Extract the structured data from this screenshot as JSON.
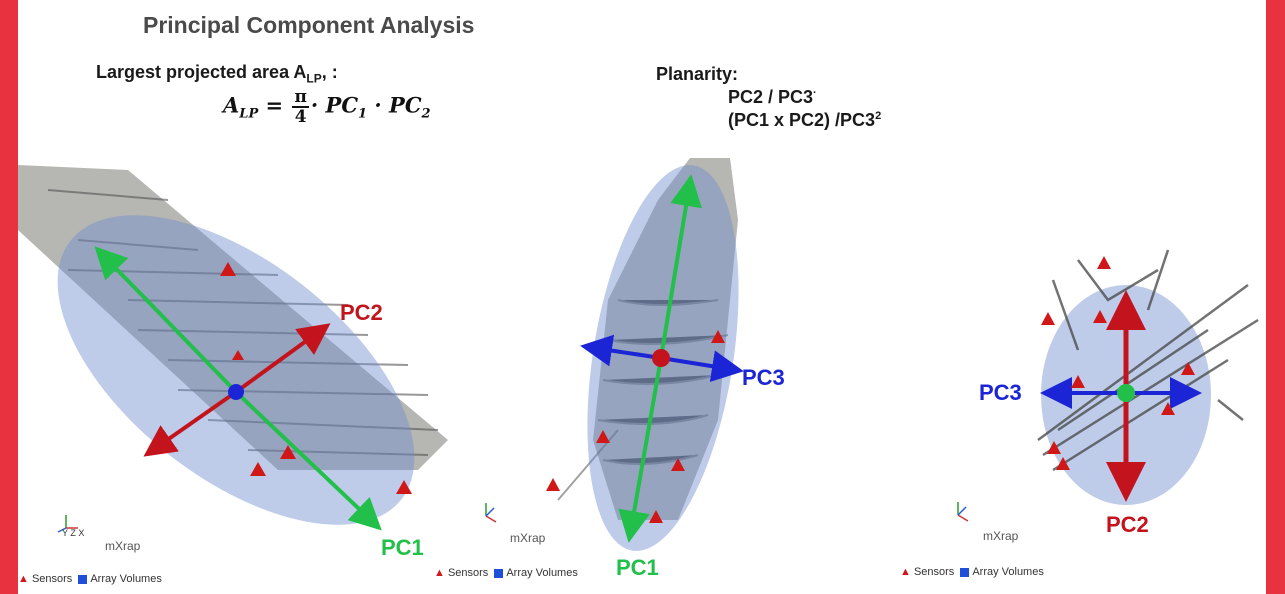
{
  "title": "Principal Component Analysis",
  "lp": {
    "label": "Largest projected area A",
    "sub": "LP",
    "after": ", :"
  },
  "formula": {
    "lhs": "A",
    "lhs_sub": "LP",
    "num": "π",
    "den": "4",
    "rhs": "· PC",
    "s1": "1",
    "mid": " · PC",
    "s2": "2"
  },
  "planarity": {
    "title": "Planarity:",
    "line1": "PC2 / PC3",
    "line1_sup": "·",
    "line2": "(PC1 x PC2) /PC3",
    "line2_sup": "2"
  },
  "panels": [
    {
      "labels": [
        "PC2",
        "PC1"
      ],
      "legend": {
        "sensors": "Sensors",
        "volumes": "Array Volumes"
      },
      "brand": "mXrap"
    },
    {
      "labels": [
        "PC3",
        "PC1"
      ],
      "legend": {
        "sensors": "Sensors",
        "volumes": "Array Volumes"
      },
      "brand": "mXrap"
    },
    {
      "labels": [
        "PC3",
        "PC2"
      ],
      "legend": {
        "sensors": "Sensors",
        "volumes": "Array Volumes"
      },
      "brand": "mXrap"
    }
  ],
  "colors": {
    "pc_green": "#22c04a",
    "pc_red": "#c3141d",
    "pc_blue": "#1b25d6",
    "ellipse": "#6f8fcf",
    "border": "#e8323f"
  }
}
